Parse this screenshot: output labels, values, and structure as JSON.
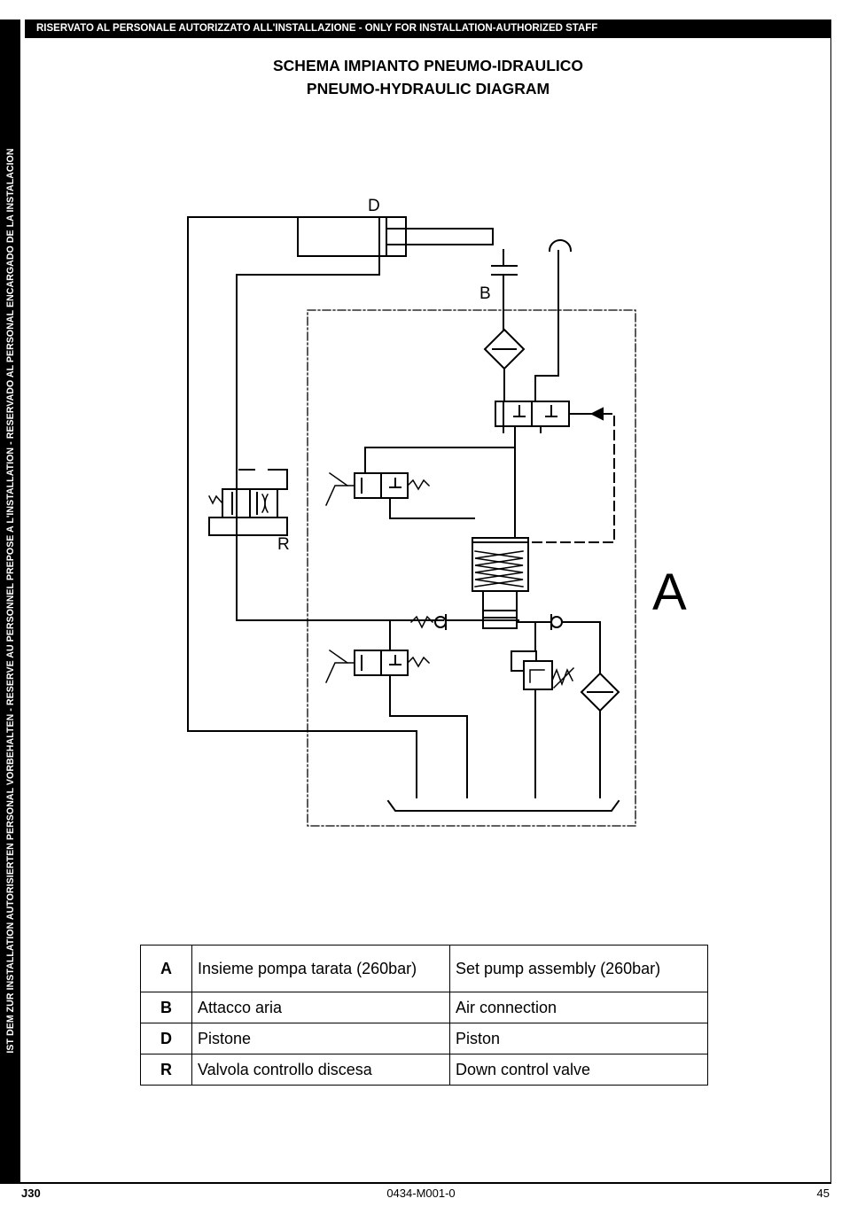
{
  "header": {
    "banner": "RISERVATO AL PERSONALE AUTORIZZATO ALL'INSTALLAZIONE - ONLY FOR INSTALLATION-AUTHORIZED STAFF",
    "side_banner": "IST DEM ZUR INSTALLATION AUTORISIERTEN PERSONAL VORBEHALTEN - RESERVE AU PERSONNEL PREPOSE A L'INSTALLATION - RESERVADO AL PERSONAL ENCARGADO DE LA INSTALACION"
  },
  "title": {
    "line1": "SCHEMA IMPIANTO PNEUMO-IDRAULICO",
    "line2": "PNEUMO-HYDRAULIC  DIAGRAM"
  },
  "diagram": {
    "labels": {
      "D": "D",
      "B": "B",
      "R": "R",
      "A": "A"
    }
  },
  "legend": [
    {
      "key": "A",
      "it": "Insieme pompa tarata (260bar)",
      "en": "Set pump assembly (260bar)"
    },
    {
      "key": "B",
      "it": "Attacco aria",
      "en": "Air connection"
    },
    {
      "key": "D",
      "it": "Pistone",
      "en": "Piston"
    },
    {
      "key": "R",
      "it": "Valvola controllo discesa",
      "en": "Down control valve"
    }
  ],
  "footer": {
    "left": "J30",
    "center": "0434-M001-0",
    "right": "45"
  }
}
